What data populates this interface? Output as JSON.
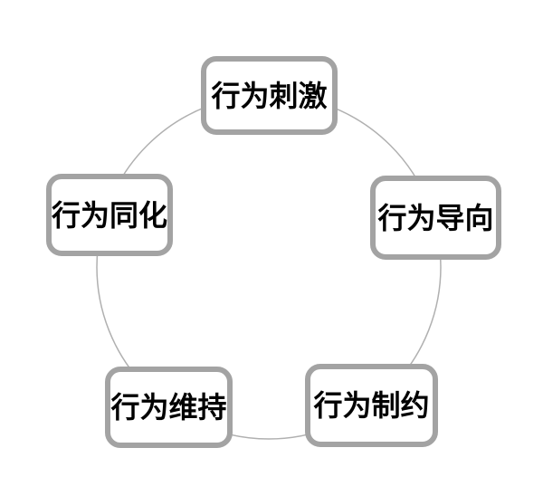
{
  "diagram": {
    "type": "cycle",
    "connector_shape": "circle",
    "nodes": [
      {
        "id": "behavior-stimulus",
        "label": "行为刺激",
        "position": "top"
      },
      {
        "id": "behavior-orientation",
        "label": "行为导向",
        "position": "right"
      },
      {
        "id": "behavior-constraint",
        "label": "行为制约",
        "position": "bottom-right"
      },
      {
        "id": "behavior-maintenance",
        "label": "行为维持",
        "position": "bottom-left"
      },
      {
        "id": "behavior-assimilation",
        "label": "行为同化",
        "position": "left"
      }
    ],
    "colors": {
      "box_border": "#a3a3a3",
      "box_fill": "#ffffff",
      "circle_stroke": "#b0b0b0",
      "text": "#000000",
      "background": "#ffffff"
    }
  }
}
